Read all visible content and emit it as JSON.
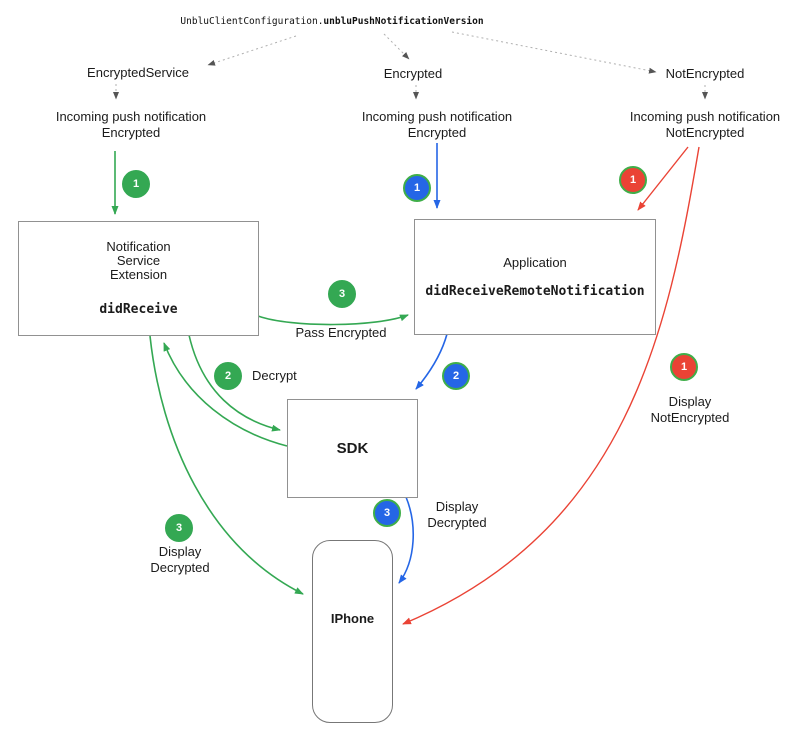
{
  "title": {
    "prefix": "UnbluClientConfiguration.",
    "bold": "unbluPushNotificationVersion"
  },
  "branches": [
    {
      "label": "EncryptedService",
      "incoming": [
        "Incoming push notification",
        "Encrypted"
      ]
    },
    {
      "label": "Encrypted",
      "incoming": [
        "Incoming push notification",
        "Encrypted"
      ]
    },
    {
      "label": "NotEncrypted",
      "incoming": [
        "Incoming push notification",
        "NotEncrypted"
      ]
    }
  ],
  "nodes": {
    "nse": {
      "lines": [
        "Notification",
        "Service",
        "Extension"
      ],
      "method": "didReceive"
    },
    "application": {
      "label": "Application",
      "method": "didReceiveRemoteNotification"
    },
    "sdk": {
      "label": "SDK"
    },
    "iphone": {
      "label": "IPhone"
    }
  },
  "badges": [
    {
      "id": "green-step-1",
      "number": "1",
      "color": "green"
    },
    {
      "id": "blue-step-1",
      "number": "1",
      "color": "blue"
    },
    {
      "id": "red-step-1",
      "number": "1",
      "color": "red"
    },
    {
      "id": "green-step-3-pass",
      "number": "3",
      "color": "green"
    },
    {
      "id": "green-step-2-decrypt",
      "number": "2",
      "color": "green"
    },
    {
      "id": "blue-step-2",
      "number": "2",
      "color": "blue"
    },
    {
      "id": "blue-step-3",
      "number": "3",
      "color": "blue"
    },
    {
      "id": "green-step-3-display",
      "number": "3",
      "color": "green"
    },
    {
      "id": "red-step-1-display",
      "number": "1",
      "color": "red"
    }
  ],
  "edge_labels": {
    "pass_encrypted": "Pass Encrypted",
    "decrypt": "Decrypt",
    "display_decrypted_green": [
      "Display",
      "Decrypted"
    ],
    "display_decrypted_blue": [
      "Display",
      "Decrypted"
    ],
    "display_notencrypted": [
      "Display",
      "NotEncrypted"
    ]
  },
  "colors": {
    "green": "#34a853",
    "blue": "#2566e6",
    "red": "#ea4335",
    "box_border": "#919191",
    "dotted": "#b0b0b0"
  }
}
